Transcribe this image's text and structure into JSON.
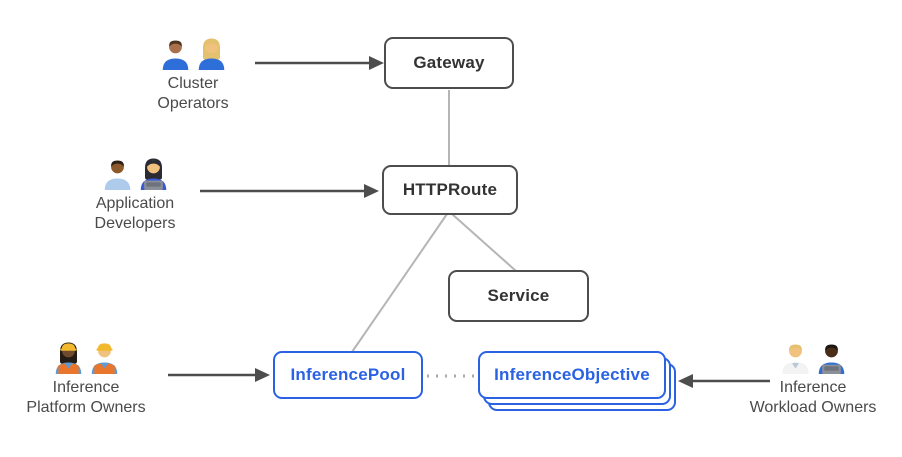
{
  "colors": {
    "background": "#ffffff",
    "node_border": "#4d4d4d",
    "node_text": "#333333",
    "blue": "#2b62e4",
    "connector": "#b5b5b5",
    "arrow": "#4d4d4d",
    "dotted": "#aaaaaa",
    "label_text": "#4a4a4a"
  },
  "nodes": [
    {
      "id": "gateway",
      "label": "Gateway",
      "style": "gray"
    },
    {
      "id": "httproute",
      "label": "HTTPRoute",
      "style": "gray"
    },
    {
      "id": "service",
      "label": "Service",
      "style": "gray"
    },
    {
      "id": "inference-pool",
      "label": "InferencePool",
      "style": "blue"
    },
    {
      "id": "inference-objective",
      "label": "InferenceObjective",
      "style": "blue-stacked"
    }
  ],
  "connectors": [
    {
      "from": "gateway",
      "to": "httproute",
      "style": "solid-gray"
    },
    {
      "from": "httproute",
      "to": "inference-pool",
      "style": "solid-gray"
    },
    {
      "from": "httproute",
      "to": "service",
      "style": "solid-gray"
    },
    {
      "from": "inference-pool",
      "to": "inference-objective",
      "style": "dotted-gray"
    }
  ],
  "personas": [
    {
      "label_lines": [
        "Cluster",
        "Operators"
      ],
      "emoji": "👨🏽‍🔧 👩🏼‍🔧",
      "arrow_to": "gateway",
      "people": [
        {
          "name": "man-mechanic-icon",
          "skin": "#a9714b",
          "hair": "#4e3420",
          "shirt": "#2e6ed8"
        },
        {
          "name": "woman-mechanic-icon",
          "skin": "#f1c27d",
          "hair": "#e3c16f",
          "shirt": "#2e6ed8",
          "long_hair": true
        }
      ]
    },
    {
      "label_lines": [
        "Application",
        "Developers"
      ],
      "emoji": "👨🏾‍💼 👩🏻‍💻",
      "arrow_to": "httproute",
      "people": [
        {
          "name": "man-office-worker-icon",
          "skin": "#8d5a2b",
          "hair": "#2b2118",
          "shirt": "#aecbeb"
        },
        {
          "name": "woman-technologist-icon",
          "skin": "#f1c27d",
          "hair": "#2b2b33",
          "shirt": "#3b5bd6",
          "long_hair": true,
          "laptop": true
        }
      ]
    },
    {
      "label_lines": [
        "Inference",
        "Platform Owners"
      ],
      "emoji": "👷🏿‍♀️ 👷🏻‍♂️",
      "arrow_to": "inference-pool",
      "people": [
        {
          "name": "woman-construction-worker-icon",
          "skin": "#6f4a2f",
          "hair": "#241c14",
          "shirt": "#5a9bd8",
          "long_hair": true,
          "helmet": true,
          "vest": true
        },
        {
          "name": "man-construction-worker-icon",
          "skin": "#f1c27d",
          "hair": "#6b4a2a",
          "shirt": "#5a9bd8",
          "helmet": true,
          "vest": true
        }
      ]
    },
    {
      "label_lines": [
        "Inference",
        "Workload Owners"
      ],
      "emoji": "🧑🏼‍⚕️ 🧑🏿‍💻",
      "arrow_to": "inference-objective",
      "people": [
        {
          "name": "health-worker-icon",
          "skin": "#f1c27d",
          "hair": "#e3c16f",
          "shirt": "#b9c8d4",
          "coat": true
        },
        {
          "name": "man-technologist-icon",
          "skin": "#4a2c17",
          "hair": "#1d1712",
          "shirt": "#2e6ed8",
          "laptop": true
        }
      ]
    }
  ]
}
